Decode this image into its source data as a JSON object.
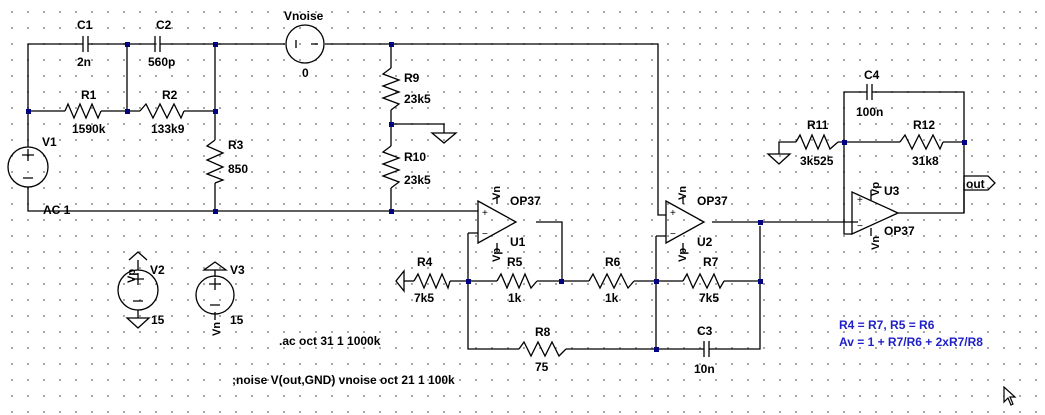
{
  "components": {
    "C1": {
      "ref": "C1",
      "value": "2n"
    },
    "C2": {
      "ref": "C2",
      "value": "560p"
    },
    "C3": {
      "ref": "C3",
      "value": "10n"
    },
    "C4": {
      "ref": "C4",
      "value": "100n"
    },
    "R1": {
      "ref": "R1",
      "value": "1590k"
    },
    "R2": {
      "ref": "R2",
      "value": "133k9"
    },
    "R3": {
      "ref": "R3",
      "value": "850"
    },
    "R4": {
      "ref": "R4",
      "value": "7k5"
    },
    "R5": {
      "ref": "R5",
      "value": "1k"
    },
    "R6": {
      "ref": "R6",
      "value": "1k"
    },
    "R7": {
      "ref": "R7",
      "value": "7k5"
    },
    "R8": {
      "ref": "R8",
      "value": "75"
    },
    "R9": {
      "ref": "R9",
      "value": "23k5"
    },
    "R10": {
      "ref": "R10",
      "value": "23k5"
    },
    "R11": {
      "ref": "R11",
      "value": "3k525"
    },
    "R12": {
      "ref": "R12",
      "value": "31k8"
    },
    "Vnoise": {
      "ref": "Vnoise",
      "value": "0"
    },
    "V1": {
      "ref": "V1",
      "value": "AC 1"
    },
    "V2": {
      "ref": "V2",
      "value": "15"
    },
    "V3": {
      "ref": "V3",
      "value": "15"
    },
    "U1": {
      "ref": "U1",
      "model": "OP37"
    },
    "U2": {
      "ref": "U2",
      "model": "OP37"
    },
    "U3": {
      "ref": "U3",
      "model": "OP37"
    }
  },
  "nets": {
    "vp": "Vp",
    "vn": "Vn",
    "out": "out",
    "plus": "+",
    "minus": "−"
  },
  "directives": {
    "ac": ".ac oct 31 1 1000k",
    "noise": ";noise V(out,GND) vnoise oct 21 1 100k"
  },
  "notes": {
    "line1": "R4 = R7, R5 = R6",
    "line2": "Av = 1 + R7/R6 + 2xR7/R8"
  },
  "colors": {
    "wire": "#000000",
    "junction": "#000080",
    "note_text": "#1f1fc8",
    "grid_dot": "#9a9a9a"
  },
  "icons": {
    "cursor": "mouse-pointer-icon"
  }
}
